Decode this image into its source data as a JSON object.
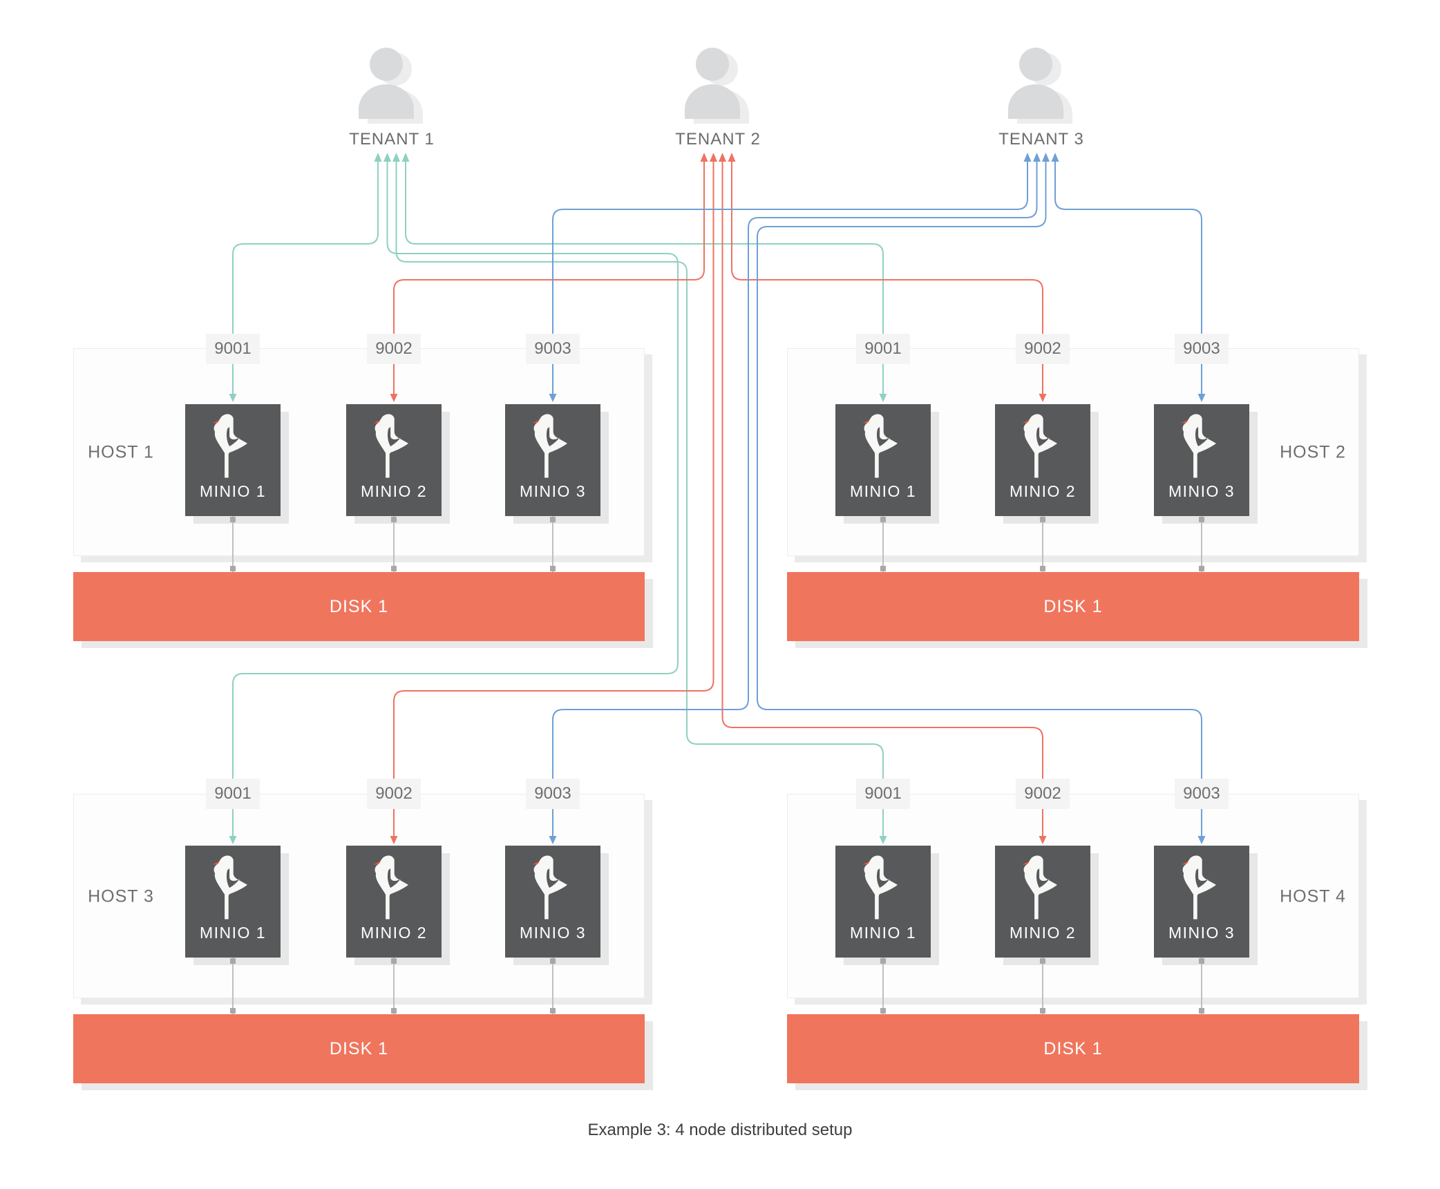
{
  "caption": "Example 3: 4 node distributed setup",
  "tenants": [
    {
      "id": "t1",
      "label": "TENANT 1",
      "color": "#8fd0c2"
    },
    {
      "id": "t2",
      "label": "TENANT 2",
      "color": "#ef7261"
    },
    {
      "id": "t3",
      "label": "TENANT 3",
      "color": "#6f9fd6"
    }
  ],
  "hosts": [
    {
      "id": "h1",
      "label": "HOST 1",
      "row": "top",
      "col": "left",
      "label_side": "left",
      "disk_label": "DISK 1",
      "nodes": [
        {
          "port": "9001",
          "name": "MINIO 1"
        },
        {
          "port": "9002",
          "name": "MINIO 2"
        },
        {
          "port": "9003",
          "name": "MINIO 3"
        }
      ]
    },
    {
      "id": "h2",
      "label": "HOST 2",
      "row": "top",
      "col": "right",
      "label_side": "right",
      "disk_label": "DISK 1",
      "nodes": [
        {
          "port": "9001",
          "name": "MINIO 1"
        },
        {
          "port": "9002",
          "name": "MINIO 2"
        },
        {
          "port": "9003",
          "name": "MINIO 3"
        }
      ]
    },
    {
      "id": "h3",
      "label": "HOST 3",
      "row": "bottom",
      "col": "left",
      "label_side": "left",
      "disk_label": "DISK 1",
      "nodes": [
        {
          "port": "9001",
          "name": "MINIO 1"
        },
        {
          "port": "9002",
          "name": "MINIO 2"
        },
        {
          "port": "9003",
          "name": "MINIO 3"
        }
      ]
    },
    {
      "id": "h4",
      "label": "HOST 4",
      "row": "bottom",
      "col": "right",
      "label_side": "right",
      "disk_label": "DISK 1",
      "nodes": [
        {
          "port": "9001",
          "name": "MINIO 1"
        },
        {
          "port": "9002",
          "name": "MINIO 2"
        },
        {
          "port": "9003",
          "name": "MINIO 3"
        }
      ]
    }
  ],
  "connections": [
    {
      "tenant": "t1",
      "host": "h1",
      "port": "9001"
    },
    {
      "tenant": "t1",
      "host": "h2",
      "port": "9001"
    },
    {
      "tenant": "t1",
      "host": "h3",
      "port": "9001"
    },
    {
      "tenant": "t1",
      "host": "h4",
      "port": "9001"
    },
    {
      "tenant": "t2",
      "host": "h1",
      "port": "9002"
    },
    {
      "tenant": "t2",
      "host": "h2",
      "port": "9002"
    },
    {
      "tenant": "t2",
      "host": "h3",
      "port": "9002"
    },
    {
      "tenant": "t2",
      "host": "h4",
      "port": "9002"
    },
    {
      "tenant": "t3",
      "host": "h1",
      "port": "9003"
    },
    {
      "tenant": "t3",
      "host": "h2",
      "port": "9003"
    },
    {
      "tenant": "t3",
      "host": "h3",
      "port": "9003"
    },
    {
      "tenant": "t3",
      "host": "h4",
      "port": "9003"
    }
  ],
  "colors": {
    "minio_box": "#58595b",
    "minio_text": "#ffffff",
    "disk": "#f0755d",
    "disk_text": "#ffffff",
    "bird_body": "#f7f7f6",
    "bird_beak": "#f15b29",
    "label_text": "#6d6e71",
    "caption_text": "#3d3d3f",
    "port_bg": "#f4f4f4",
    "host_bg": "#fdfdfd",
    "host_border": "#ededed",
    "shadow": "#ebebeb",
    "tenant_icon": "#d9dadb",
    "tenant_icon_shadow": "#ededed",
    "stub": "#b3b3b3"
  }
}
